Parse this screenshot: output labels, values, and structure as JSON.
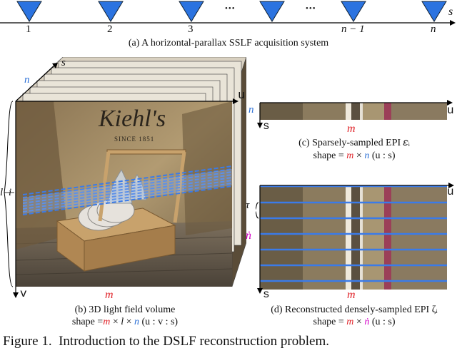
{
  "cameras": {
    "labels": [
      "1",
      "2",
      "3",
      "n − 1",
      "n"
    ],
    "ellipsis": "•••",
    "axis_label": "s",
    "caption": "(a) A horizontal-parallax SSLF acquisition system"
  },
  "volume": {
    "label_n": "n",
    "label_s": "s",
    "label_u": "u",
    "label_l": "l",
    "label_i": "i",
    "label_v": "v",
    "label_m": "m",
    "brand": "Kiehl's",
    "brand_since": "SINCE 1851",
    "caption_line1": "(b) 3D light field volume",
    "caption_line2_prefix": "shape =",
    "caption_line2_m": "m",
    "caption_line2_x1": " × ",
    "caption_line2_l": "l",
    "caption_line2_x2": " × ",
    "caption_line2_n": "n",
    "caption_line2_suffix": " (u : v : s)"
  },
  "sparse_epi": {
    "label_n": "n",
    "label_u": "u",
    "label_s": "s",
    "label_m": "m",
    "caption_line1": "(c) Sparsely-sampled EPI 𝜀ᵢ",
    "caption_line2_prefix": "shape = ",
    "caption_line2_m": "m",
    "caption_line2_x": " × ",
    "caption_line2_n": "n",
    "caption_line2_suffix": " (u : s)"
  },
  "dense_epi": {
    "label_tau": "τ",
    "label_ndot": "ṅ",
    "label_u": "u",
    "label_s": "s",
    "label_m": "m",
    "caption_line1": "(d) Reconstructed densely-sampled EPI ζᵢ",
    "caption_line2_prefix": "shape = ",
    "caption_line2_m": "m",
    "caption_line2_x": " × ",
    "caption_line2_n": "ṅ",
    "caption_line2_suffix": " (u : s)"
  },
  "figure_caption": "Figure 1.  Introduction to the DSLF reconstruction problem.",
  "colors": {
    "camera": "#2b73e0",
    "highlight_blue": "#3b7be8",
    "accent_red": "#e0242a",
    "wood_dark": "#6b5a3e",
    "wood_light": "#b49a6f"
  }
}
